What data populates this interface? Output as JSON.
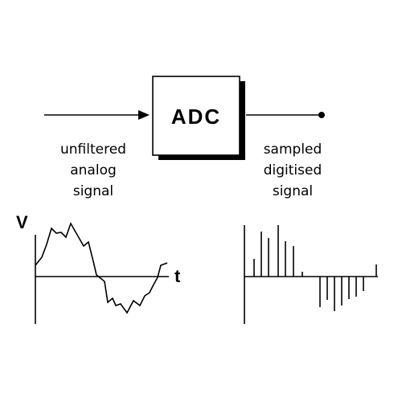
{
  "block": {
    "label": "ADC"
  },
  "input_caption": {
    "lines": [
      "unfiltered",
      "analog",
      "signal"
    ]
  },
  "output_caption": {
    "lines": [
      "sampled",
      "digitised",
      "signal"
    ]
  },
  "analog_plot": {
    "y_axis_label": "V",
    "x_axis_label": "t"
  },
  "colors": {
    "ink": "#000000",
    "background": "#ffffff"
  }
}
